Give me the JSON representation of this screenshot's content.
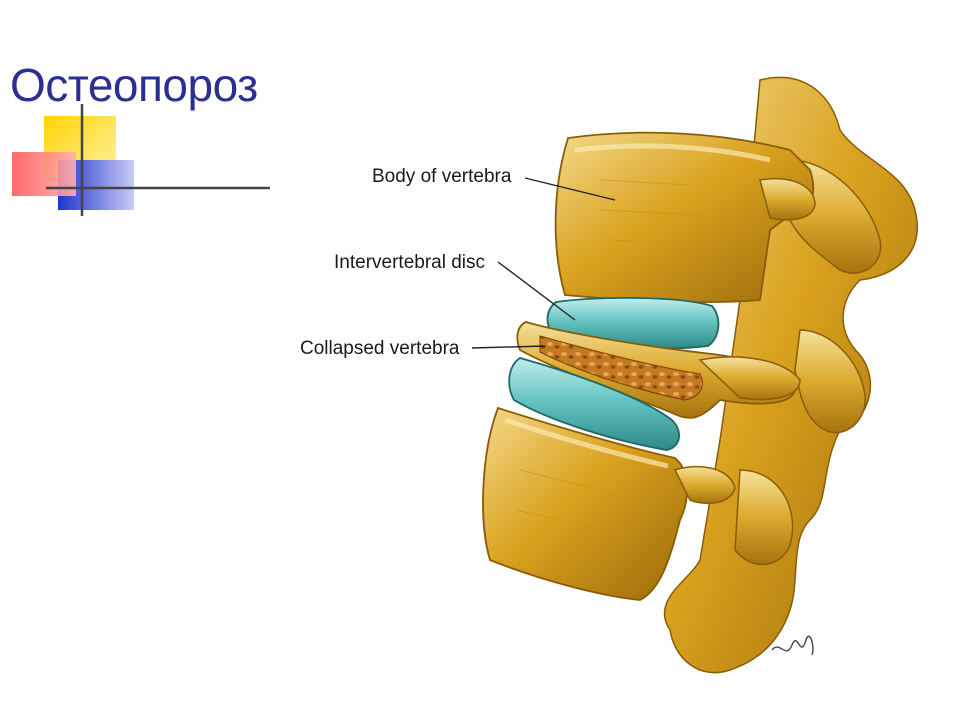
{
  "slide": {
    "title": "Остеопороз"
  },
  "figure": {
    "labels": {
      "body_of_vertebra": "Body of vertebra",
      "intervertebral_disc": "Intervertebral disc",
      "collapsed_vertebra": "Collapsed vertebra"
    }
  },
  "colors": {
    "title": "#2b2e93",
    "bone": "#d9a21e",
    "bone_light": "#f1d27a",
    "bone_shadow": "#a8740c",
    "disc": "#5fc0bd",
    "collapsed": "#b8641a",
    "deco_yellow": "#ffd400",
    "deco_red": "#ff2020",
    "deco_blue": "#2233cc"
  }
}
